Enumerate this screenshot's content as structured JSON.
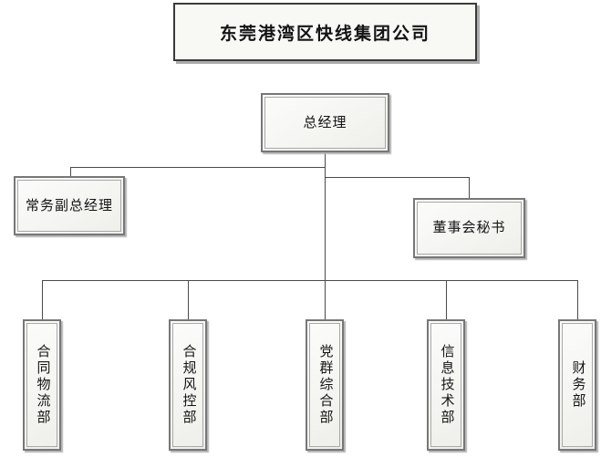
{
  "company": {
    "name": "东莞港湾区快线集团公司"
  },
  "positions": {
    "general_manager": "总经理",
    "executive_deputy_general_manager": "常务副总经理",
    "board_secretary": "董事会秘书"
  },
  "departments": [
    {
      "label": "合同物流部"
    },
    {
      "label": "合规风控部"
    },
    {
      "label": "党群综合部"
    },
    {
      "label": "信息技术部"
    },
    {
      "label": "财务部"
    }
  ],
  "colors": {
    "connector": "#4a4a4a",
    "box_border_outer": "#777777",
    "box_border_inner": "#a8a8a8",
    "box_fill": "#f4f4f1",
    "title_border": "#3a3a3a",
    "shadow": "#ababab",
    "text": "#141414",
    "background": "#ffffff"
  }
}
